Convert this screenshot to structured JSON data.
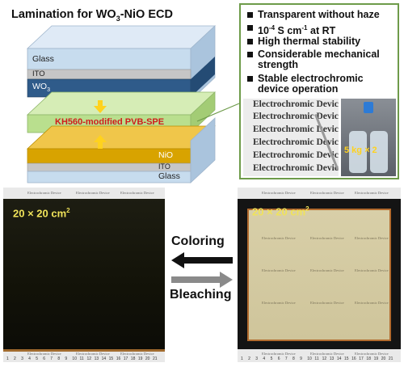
{
  "title": "Lamination for WO3-NiO ECD",
  "title_parts": {
    "pre": "Lamination for WO",
    "sub": "3",
    "post": "-NiO ECD"
  },
  "layers_top": {
    "glass": "Glass",
    "ito": "ITO",
    "wo3": "WO",
    "wo3_sub": "3"
  },
  "electrolyte": "KH560-modified PVB-SPE",
  "layers_bottom": {
    "nio": "NiO",
    "ito": "ITO",
    "glass": "Glass"
  },
  "properties": [
    {
      "text": "Transparent without haze"
    },
    {
      "pre": "10",
      "sup1": "-4",
      "mid": " S cm",
      "sup2": "-1",
      "post": " at RT"
    },
    {
      "text": "High thermal stability"
    },
    {
      "text": "Considerable mechanical strength"
    },
    {
      "text": "Stable electrochromic device operation"
    }
  ],
  "photo_text": "Electrochromic Device",
  "weight_label": "5 kg × 2",
  "size_label": {
    "pre": "20 × 20 cm",
    "sup": "2"
  },
  "coloring": "Coloring",
  "bleaching": "Bleaching",
  "ruler_numbers": [
    "1",
    "2",
    "3",
    "4",
    "5",
    "6",
    "7",
    "8",
    "9",
    "10",
    "11",
    "12",
    "13",
    "14",
    "15",
    "16",
    "17",
    "18",
    "19",
    "20",
    "21"
  ],
  "colors": {
    "glass": "#c7dcee",
    "ito": "#bdbdbd",
    "wo3": "#2f5b8a",
    "electrolyte": "#b9df8e",
    "nio": "#d8a300",
    "arrow_yellow": "#ffd21e",
    "red_text": "#d11b1b",
    "green_border": "#6e9b4a",
    "coloring_arrow": "#111111",
    "bleaching_arrow": "#8a8a8a"
  }
}
